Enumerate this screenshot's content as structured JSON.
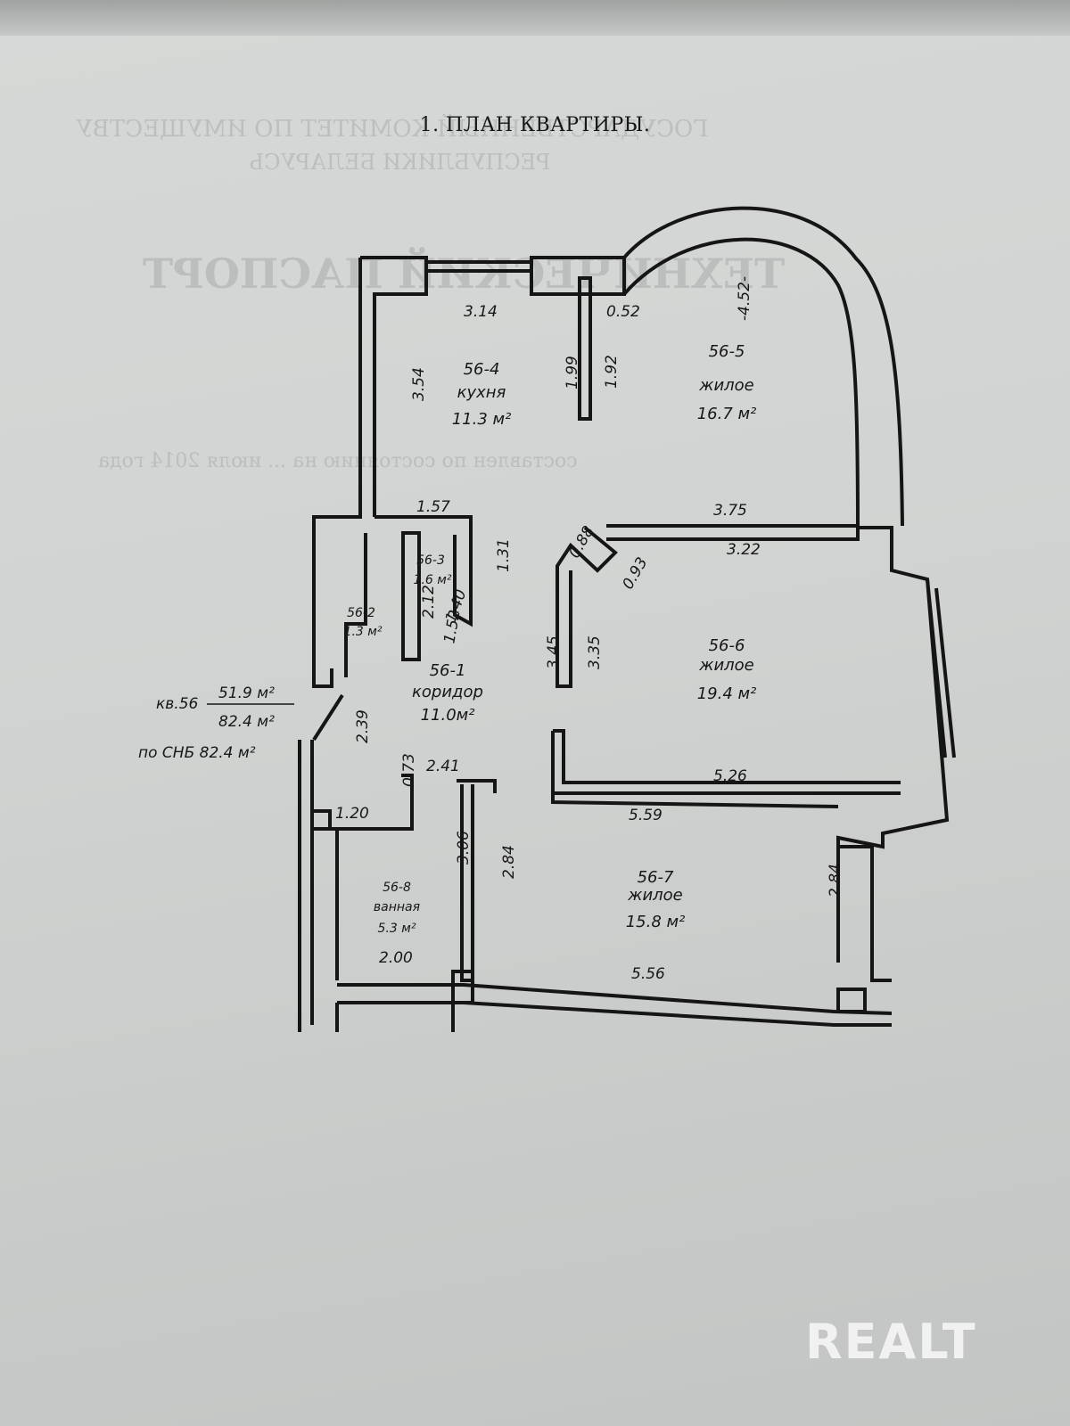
{
  "document": {
    "title": "1. ПЛАН КВАРТИРЫ.",
    "watermark": "REALT"
  },
  "background_show_through": {
    "line1": "ГОСУДАРСТВЕННЫЙ КОМИТЕТ ПО ИМУЩЕСТВУ",
    "line2": "РЕСПУБЛИКИ БЕЛАРУСЬ",
    "line3": "ТЕХНИЧЕСКИЙ ПАСПОРТ",
    "line4": "составлен по состоянию на ... июля 2014 года"
  },
  "rooms": [
    {
      "id": "56-4",
      "name": "кухня",
      "area": "11.3 м²"
    },
    {
      "id": "56-5",
      "name": "жилое",
      "area": "16.7 м²"
    },
    {
      "id": "56-3",
      "name": "",
      "area": "1.6 м²"
    },
    {
      "id": "56-2",
      "name": "",
      "area": "1.3 м²"
    },
    {
      "id": "56-1",
      "name": "коридор",
      "area": "11.0м²"
    },
    {
      "id": "56-6",
      "name": "жилое",
      "area": "19.4 м²"
    },
    {
      "id": "56-8",
      "name": "ванная",
      "area": "5.3 м²"
    },
    {
      "id": "56-7",
      "name": "жилое",
      "area": "15.8 м²"
    }
  ],
  "dimensions": {
    "d314": "3.14",
    "d052": "0.52",
    "d452": "-4.52-",
    "d354": "3.54",
    "d199": "1.99",
    "d192": "1.92",
    "d157": "1.57",
    "d375": "3.75",
    "d088": "0.88",
    "d093": "0.93",
    "d322": "3.22",
    "d131": "1.31",
    "d212": "2.12",
    "d140": "1.40",
    "d152": "1.52",
    "d345": "3.45",
    "d335": "3.35",
    "d239": "2.39",
    "d241": "2.41",
    "d526": "5.26",
    "d073": "0.73",
    "d120": "1.20",
    "d559": "5.59",
    "d306": "3.06",
    "d284a": "2.84",
    "d284b": "2.84",
    "d200": "2.00",
    "d556": "5.56"
  },
  "summary": {
    "apt": "кв.56",
    "living_area": "51.9 м²",
    "total_area": "82.4 м²",
    "snb_label": "по СНБ 82.4 м²"
  }
}
